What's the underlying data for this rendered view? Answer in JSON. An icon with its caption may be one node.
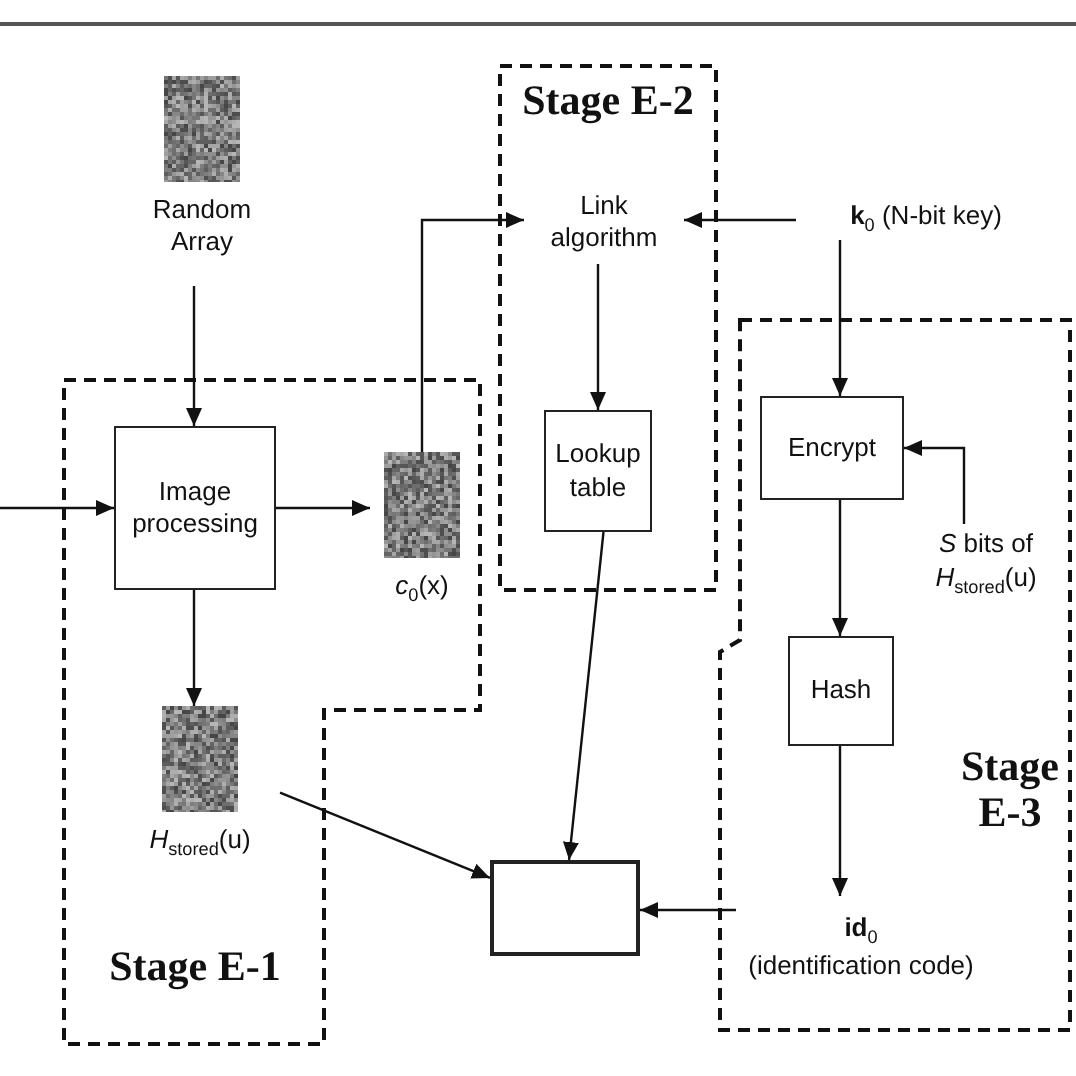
{
  "diagram": {
    "nodes": [
      {
        "text": [
          "Random Array"
        ]
      },
      {
        "text": [
          "Stage E-2"
        ]
      },
      {
        "text": [
          "Link algorithm"
        ],
        "in": 1
      },
      {
        "text": [
          "**k**$_{0}$ (N-bit key)"
        ]
      },
      {
        "text": [
          "Stage E-1"
        ]
      },
      {
        "text": [
          "Image processing"
        ],
        "in": 4
      },
      {
        "text": [
          "*c*$_{0}$(x)"
        ],
        "in": 4
      },
      {
        "text": [
          "Lookup table"
        ],
        "in": 1
      },
      {
        "text": [
          "Stage E-3"
        ]
      },
      {
        "text": [
          "Encrypt"
        ],
        "in": 8
      },
      {
        "text": [
          "*S* bits of *H*$_{stored}$(u)"
        ],
        "in": 8
      },
      {
        "text": [
          "Hash"
        ],
        "in": 8
      },
      {
        "text": [
          "*H*$_{stored}$(u)"
        ],
        "in": 4
      },
      {
        "text": [],
        "shape": "box"
      },
      {
        "text": [
          "**id**$_{0}$",
          "(identification code)"
        ],
        "in": 8
      }
    ],
    "edges": [
      {
        "from": null,
        "to": 5,
        "arrow": "to"
      },
      {
        "from": 0,
        "to": 5,
        "arrow": "to"
      },
      {
        "from": 5,
        "to": 6,
        "arrow": "to"
      },
      {
        "from": 6,
        "to": 2,
        "arrow": "to"
      },
      {
        "from": 3,
        "to": 2,
        "arrow": "to"
      },
      {
        "from": 2,
        "to": 7,
        "arrow": "to"
      },
      {
        "from": 3,
        "to": 9,
        "arrow": "to"
      },
      {
        "from": 10,
        "to": 9,
        "arrow": "to"
      },
      {
        "from": 5,
        "to": 12,
        "arrow": "to"
      },
      {
        "from": 9,
        "to": 11,
        "arrow": "to"
      },
      {
        "from": 11,
        "to": 14,
        "arrow": "to"
      },
      {
        "from": 12,
        "to": 13,
        "arrow": "to"
      },
      {
        "from": 7,
        "to": 13,
        "arrow": "to"
      },
      {
        "from": 14,
        "to": 13,
        "arrow": "to"
      }
    ]
  }
}
